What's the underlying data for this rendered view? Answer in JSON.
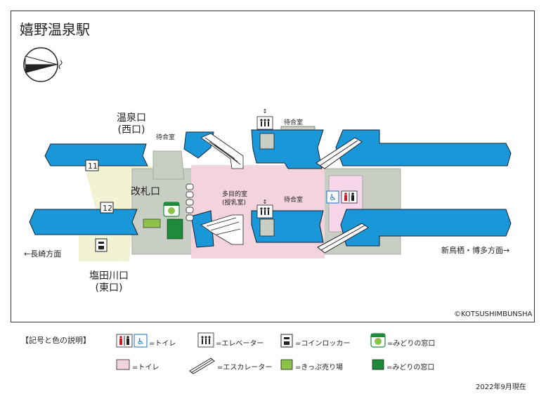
{
  "title": "嬉野温泉駅",
  "exits": {
    "west_name": "温泉口",
    "west_sub": "(西口)",
    "east_name": "塩田川口",
    "east_sub": "(東口)"
  },
  "ticket_gate": "改札口",
  "platforms": {
    "track_11": "11",
    "track_12": "12"
  },
  "rooms": {
    "waiting_west": "待合室",
    "waiting_north": "待合室",
    "waiting_south": "待合室",
    "multipurpose": "多目的室",
    "nursing": "(授乳室)"
  },
  "directions": {
    "left": "←長崎方面",
    "right": "新鳥栖・博多方面→"
  },
  "copyright": "©KOTSUSHIMBUNSHA",
  "legend": {
    "heading": "【記号と色の説明】",
    "items": [
      {
        "icon": "toilet-wheelchair-icon",
        "text": "=トイレ"
      },
      {
        "icon": "elevator-icon",
        "text": "=エレベーター"
      },
      {
        "icon": "coin-locker-icon",
        "text": "=コインロッカー"
      },
      {
        "icon": "midori-window-icon",
        "text": "=みどりの窓口"
      },
      {
        "icon": "pink-swatch",
        "text": "=トイレ"
      },
      {
        "icon": "escalator-icon",
        "text": "=エスカレーター"
      },
      {
        "icon": "light-green-swatch",
        "text": "=きっぷ売り場"
      },
      {
        "icon": "dark-green-swatch",
        "text": "=みどりの窓口"
      }
    ]
  },
  "badge_label": "みどりの窓口",
  "date": "2022年9月現在",
  "colors": {
    "platform": "#1a97d8",
    "floor": "#c9cec4",
    "concourse": "#f3d3dc",
    "toilet_area": "#f7d6ea",
    "plaza": "#f2f2d4",
    "ticket_machine": "#8bc34a",
    "midori": "#1e8a3a"
  }
}
